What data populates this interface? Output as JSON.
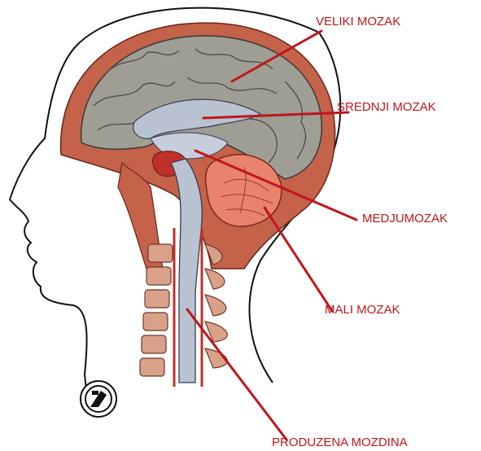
{
  "labels": {
    "veliki_mozak": "VELIKI MOZAK",
    "srednji_mozak": "SREDNJI MOZAK",
    "medjumozak": "MEDJUMOZAK",
    "mali_mozak": "MALI MOZAK",
    "produzena_mozdina": "PRODUZENA MOZDINA"
  },
  "colors": {
    "label_text": "#c0161b",
    "pointer_line": "#c0161b",
    "outline": "#111111",
    "skull_tissue": "#c4624a",
    "brain": "#9e9e94",
    "spinal_cord": "#b9c2d1",
    "cerebellum": "#e8836e",
    "vertebra": "#d9a08a"
  },
  "icons": [
    "logo-icon"
  ]
}
